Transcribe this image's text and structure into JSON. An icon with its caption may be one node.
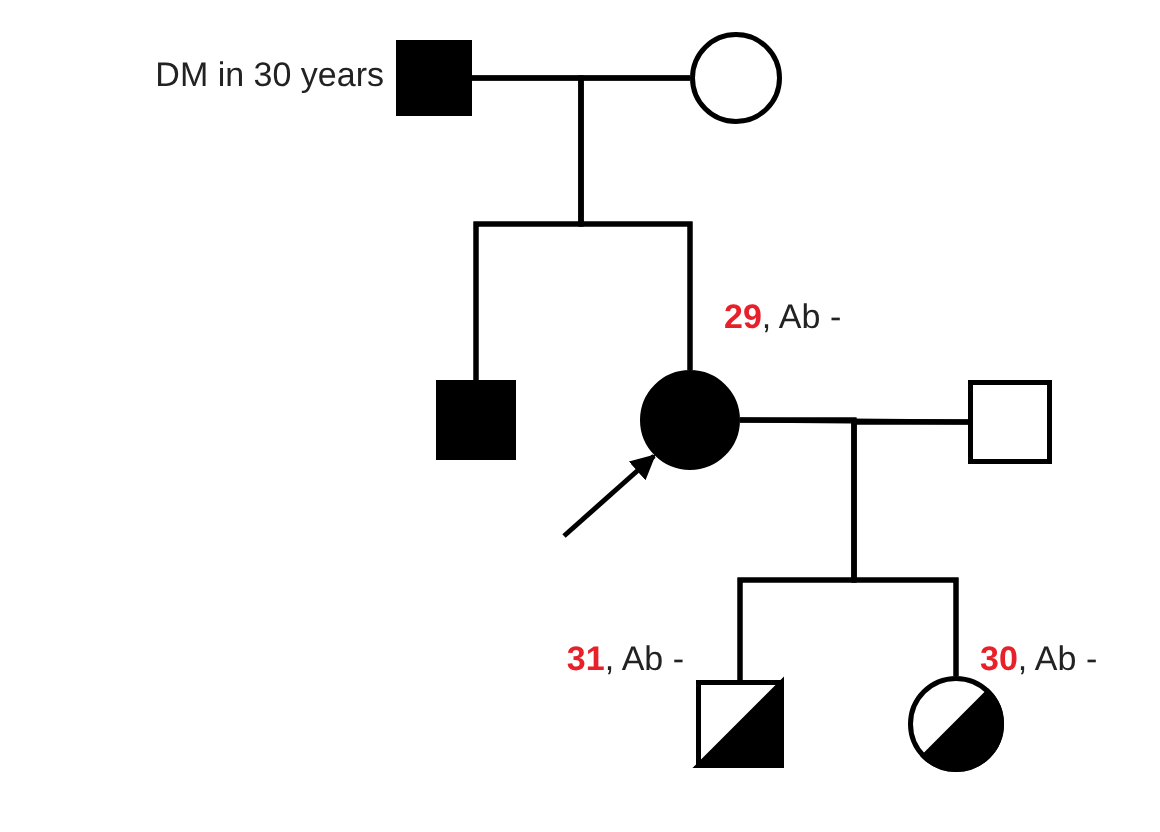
{
  "diagram": {
    "nodes": [
      {
        "text": [],
        "shape": "box",
        "beside": [
          "DM in 30 years"
        ]
      },
      {
        "text": [],
        "shape": "circle"
      },
      {
        "text": [],
        "shape": "box"
      },
      {
        "text": [],
        "shape": "circle",
        "beside": [
          "**29**, Ab -"
        ]
      },
      {
        "text": [],
        "shape": "box"
      },
      {
        "text": [],
        "shape": "box",
        "beside": [
          "**31**, Ab -"
        ]
      },
      {
        "text": [],
        "shape": "circle",
        "beside": [
          "**30**, Ab -"
        ]
      }
    ],
    "edges": [
      {
        "from": 0,
        "to": 1,
        "arrow": "none"
      },
      {
        "from": 0,
        "to": 2,
        "arrow": "none"
      },
      {
        "from": 1,
        "to": 2,
        "arrow": "none"
      },
      {
        "from": 0,
        "to": 3,
        "arrow": "none"
      },
      {
        "from": 1,
        "to": 3,
        "arrow": "none"
      },
      {
        "from": 3,
        "to": 4,
        "arrow": "none"
      },
      {
        "from": 3,
        "to": 5,
        "arrow": "none"
      },
      {
        "from": 4,
        "to": 5,
        "arrow": "none"
      },
      {
        "from": 3,
        "to": 6,
        "arrow": "none"
      },
      {
        "from": 4,
        "to": 6,
        "arrow": "none"
      },
      {
        "from": null,
        "to": 3,
        "arrow": "to"
      }
    ]
  }
}
